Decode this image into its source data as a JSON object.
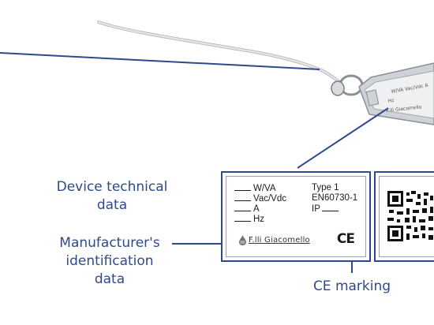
{
  "callouts": {
    "technical": "Device technical data",
    "technical_line1": "Device technical",
    "technical_line2": "data",
    "manufacturer_line1": "Manufacturer's",
    "manufacturer_line2": "identification",
    "manufacturer_line3": "data",
    "ce": "CE marking"
  },
  "label": {
    "left_fields": [
      "W/VA",
      "Vac/Vdc",
      "A",
      "Hz"
    ],
    "type": "Type 1",
    "standard": "EN60730-1",
    "ip": "IP",
    "brand": "F.lli Giacomello",
    "ce_mark": "CE"
  },
  "tag_text": {
    "line1": "W/VA  Vac/Vdc  A",
    "line2": "Hz",
    "brand": "F.lli Giacomello"
  },
  "colors": {
    "accent": "#2e4a8c",
    "label_border": "#2e4a8c"
  }
}
